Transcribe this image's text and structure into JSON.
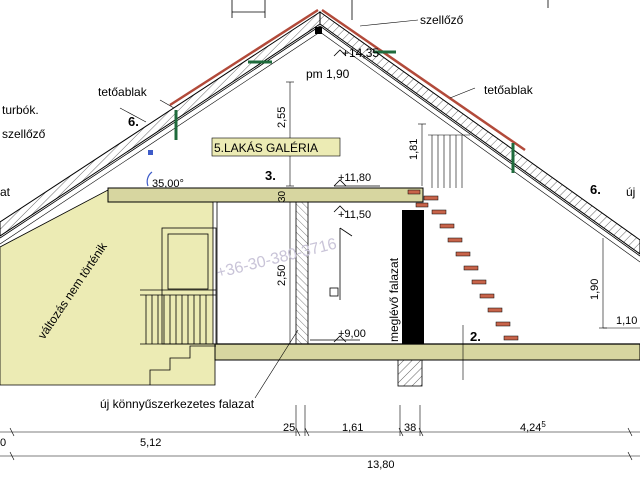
{
  "labels": {
    "ventilator_top": "szellőző",
    "ventilator_left": "szellőző",
    "turbo": "turbók.",
    "skylight_left": "tetőablak",
    "skylight_right": "tetőablak",
    "ridge_level": "+14,35",
    "room_height": "pm 1,90",
    "gallery_title": "5.LAKÁS GALÉRIA",
    "angle": "35,00°",
    "section_6_left": "6.",
    "section_6_right": "6.",
    "section_3": "3.",
    "section_2": "2.",
    "level_11_80": "+11,80",
    "level_11_50": "+11,50",
    "level_9_00": "+9,00",
    "no_change": "változás nem történik",
    "existing_wall": "meglévő falazat",
    "new_wall": "új könnyűszerkezetes falazat",
    "watermark": "+36-30-380-3716",
    "right_cut": "új",
    "left_cut": "at"
  },
  "dimensions": {
    "v_2_55": "2,55",
    "v_1_81": "1,81",
    "v_30": "30",
    "v_2_50": "2,50",
    "v_1_90": "1,90",
    "v_1_10": "1,10",
    "h_5_12": "5,12",
    "h_25": "25",
    "h_1_61": "1,61",
    "h_38": "38",
    "h_4_24": "4,24",
    "h_4_24_sup": "5",
    "h_total": "13,80",
    "h_left_cut": "0"
  },
  "colors": {
    "slab": "#ecebb4",
    "insulation": "#d7d6a0",
    "skylight": "#1f6b3c",
    "stair_tread": "#c8644a",
    "existing_wall": "#000000",
    "watermark": "#c9c4d8",
    "angle_marker": "#3d5bc8",
    "roof_tile": "#b24a3a"
  }
}
